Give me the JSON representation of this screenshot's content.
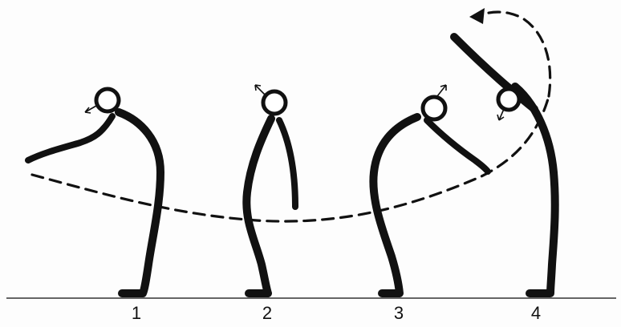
{
  "steps": [
    {
      "label": "1"
    },
    {
      "label": "2"
    },
    {
      "label": "3"
    },
    {
      "label": "4"
    }
  ],
  "colors": {
    "ink": "#111111",
    "background": "#ffffff"
  }
}
